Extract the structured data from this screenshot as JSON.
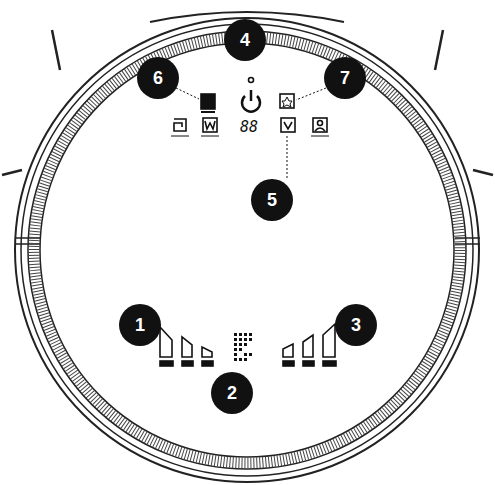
{
  "diagram": {
    "nodes": [
      {
        "text": [
          "4"
        ]
      },
      {
        "text": [
          "6"
        ]
      },
      {
        "text": [
          "7"
        ]
      },
      {
        "text": [
          "5"
        ]
      },
      {
        "text": [
          "1"
        ]
      },
      {
        "text": [
          "3"
        ]
      },
      {
        "text": [
          "2"
        ]
      }
    ],
    "labels": [
      "88"
    ]
  }
}
